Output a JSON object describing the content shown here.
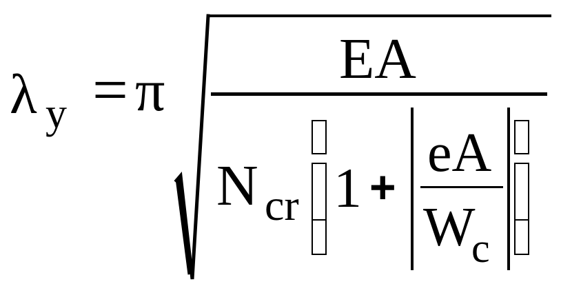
{
  "formula": {
    "lhs": {
      "symbol": "λ",
      "subscript": "y"
    },
    "equals": "=",
    "pi": "π",
    "radical": {
      "numerator": "EA",
      "denominator": {
        "N": "N",
        "N_subscript": "cr",
        "one": "1",
        "plus": "+",
        "inner_fraction": {
          "numerator": "eA",
          "denominator": "W",
          "denominator_subscript": "c"
        }
      }
    },
    "colors": {
      "ink": "#000000",
      "background": "#ffffff"
    }
  }
}
